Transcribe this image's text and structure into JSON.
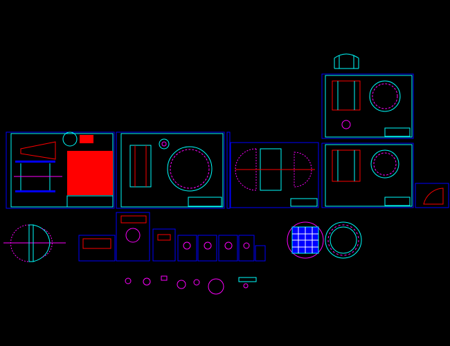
{
  "colors": {
    "background": "#000000",
    "frame": "#0000ff",
    "outline": "#00ffff",
    "annotation": "#ff0000",
    "detail": "#ff00ff",
    "text": "#ffffff"
  },
  "sheets": [
    {
      "id": "sheet-1"
    },
    {
      "id": "sheet-2"
    },
    {
      "id": "sheet-3"
    },
    {
      "id": "sheet-4"
    },
    {
      "id": "sheet-5"
    },
    {
      "id": "sheet-6"
    }
  ]
}
